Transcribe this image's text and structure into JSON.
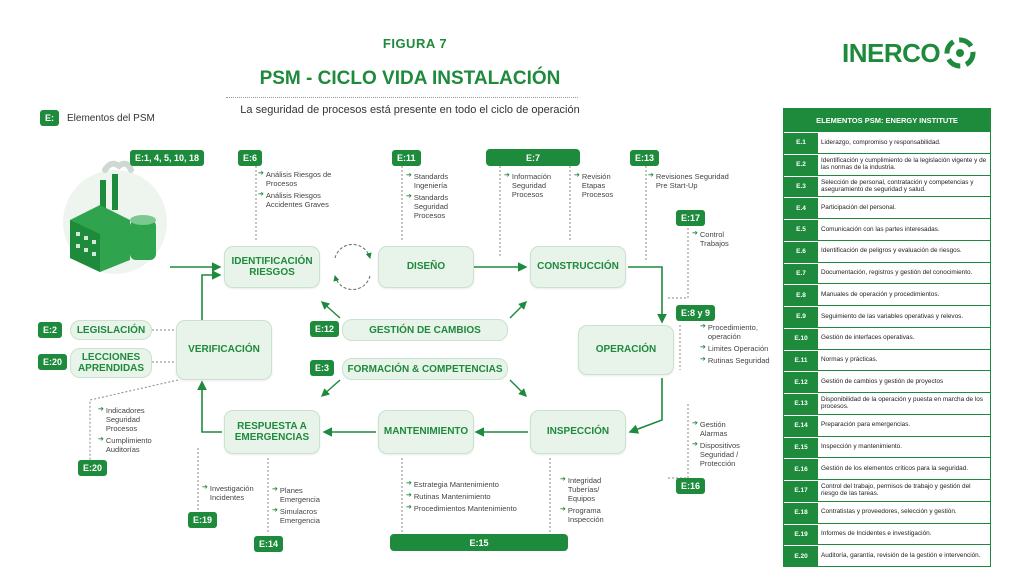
{
  "header": {
    "figure": "FIGURA 7",
    "title": "PSM - CICLO VIDA INSTALACIÓN",
    "subtitle": "La seguridad de procesos está presente en todo el ciclo de operación",
    "logo_text": "INERCO"
  },
  "legend": {
    "badge": "E:",
    "label": "Elementos del PSM"
  },
  "nodes": {
    "identificacion": "IDENTIFICACIÓN RIESGOS",
    "diseno": "DISEÑO",
    "construccion": "CONSTRUCCIÓN",
    "operacion": "OPERACIÓN",
    "inspeccion": "INSPECCIÓN",
    "mantenimiento": "MANTENIMIENTO",
    "respuesta": "RESPUESTA A EMERGENCIAS",
    "verificacion": "VERIFICACIÓN"
  },
  "center": {
    "gestion_badge": "E:12",
    "gestion": "GESTIÓN DE CAMBIOS",
    "formacion_badge": "E:3",
    "formacion": "FORMACIÓN & COMPETENCIAS"
  },
  "side": {
    "legislacion_badge": "E:2",
    "legislacion": "LEGISLACIÓN",
    "lecciones_badge": "E:20",
    "lecciones": "LECCIONES APRENDIDAS"
  },
  "badges": {
    "plant": "E:1, 4, 5, 10, 18",
    "e6": "E:6",
    "e11": "E:11",
    "e7": "E:7",
    "e13": "E:13",
    "e17": "E:17",
    "e89": "E:8 y 9",
    "e16": "E:16",
    "e15": "E:15",
    "e14": "E:14",
    "e19": "E:19",
    "e20b": "E:20"
  },
  "notes": {
    "e6": [
      "Análisis Riesgos de Procesos",
      "Análisis Riesgos Accidentes Graves"
    ],
    "e11": [
      "Standards Ingeniería",
      "Standards Seguridad Procesos"
    ],
    "e7a": [
      "Información Seguridad Procesos"
    ],
    "e7b": [
      "Revisión Etapas Procesos"
    ],
    "e13": [
      "Revisiones Seguridad Pre Start-Up"
    ],
    "e17": [
      "Control Trabajos"
    ],
    "operacion": [
      "Procedimiento, operación",
      "Limites Operación",
      "Rutinas Seguridad"
    ],
    "e16": [
      "Gestión Alarmas",
      "Dispositivos Seguridad / Protección"
    ],
    "inspeccion": [
      "Integridad Tuberías/ Equipos",
      "Programa Inspección"
    ],
    "mantenimiento": [
      "Estrategia Mantenimiento",
      "Rutinas Mantenimiento",
      "Procedimientos Mantenimiento"
    ],
    "planes": [
      "Planes Emergencia",
      "Simulacros Emergencia"
    ],
    "investigacion": [
      "Investigación Incidentes"
    ],
    "verificacion": [
      "Indicadores Seguridad Procesos",
      "Cumplimiento Auditorías"
    ]
  },
  "table": {
    "header": "ELEMENTOS PSM: ENERGY INSTITUTE",
    "rows": [
      {
        "code": "E.1",
        "desc": "Liderazgo, compromiso y responsabilidad."
      },
      {
        "code": "E.2",
        "desc": "Identificación y cumplimiento de la legislación vigente y de las normas de la industria."
      },
      {
        "code": "E.3",
        "desc": "Selección de personal, contratación y competencias y aseguramiento de seguridad y salud."
      },
      {
        "code": "E.4",
        "desc": "Participación del personal."
      },
      {
        "code": "E.5",
        "desc": "Comunicación con las partes interesadas."
      },
      {
        "code": "E.6",
        "desc": "Identificación de peligros y evaluación de riesgos."
      },
      {
        "code": "E.7",
        "desc": "Documentación, registros y gestión del conocimiento."
      },
      {
        "code": "E.8",
        "desc": "Manuales de operación y procedimientos."
      },
      {
        "code": "E.9",
        "desc": "Seguimiento de las variables operativas y relevos."
      },
      {
        "code": "E.10",
        "desc": "Gestión de interfaces operativas."
      },
      {
        "code": "E.11",
        "desc": "Normas y prácticas."
      },
      {
        "code": "E.12",
        "desc": "Gestión de cambios y gestión de proyectos"
      },
      {
        "code": "E.13",
        "desc": "Disponibilidad de la operación y puesta en marcha de los procesos."
      },
      {
        "code": "E.14",
        "desc": "Preparación para emergencias."
      },
      {
        "code": "E.15",
        "desc": "Inspección y mantenimiento."
      },
      {
        "code": "E.16",
        "desc": "Gestión de los elementos críticos para la seguridad."
      },
      {
        "code": "E.17",
        "desc": "Control del trabajo, permisos de trabajo y gestión del riesgo de las tareas."
      },
      {
        "code": "E.18",
        "desc": "Contratistas y proveedores, selección y gestión."
      },
      {
        "code": "E.19",
        "desc": "Informes de Incidentes e investigación."
      },
      {
        "code": "E.20",
        "desc": "Auditoría, garantía, revisión de la gestión e intervención."
      }
    ]
  },
  "colors": {
    "accent": "#1e8a3c",
    "node_bg": "#e8f3ea"
  }
}
